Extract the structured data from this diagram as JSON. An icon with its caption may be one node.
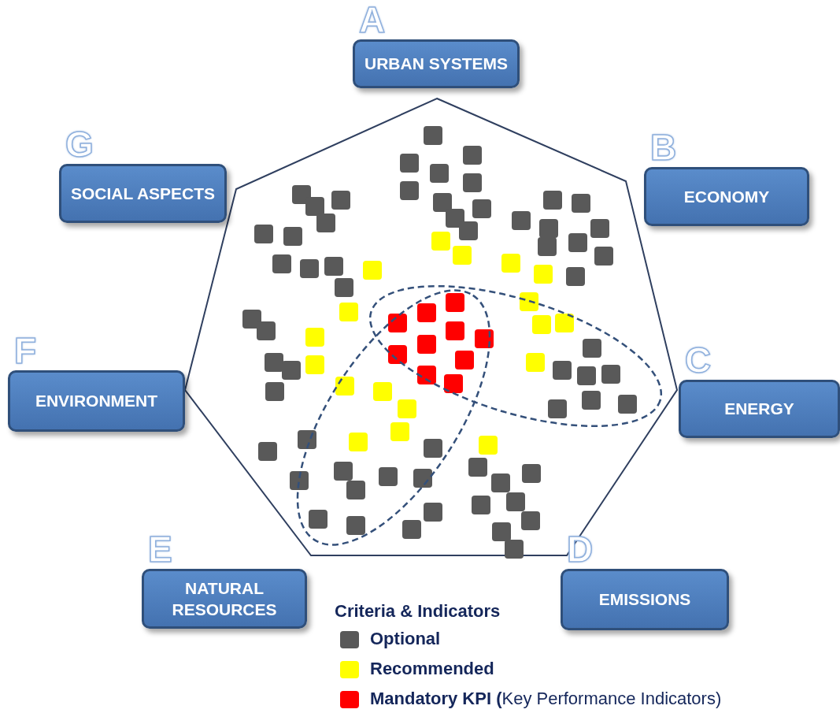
{
  "diagram": {
    "nodes": [
      {
        "text": [
          "A",
          "URBAN SYSTEMS"
        ]
      },
      {
        "text": [
          "B",
          "ECONOMY"
        ]
      },
      {
        "text": [
          "C",
          "ENERGY"
        ]
      },
      {
        "text": [
          "D",
          "EMISSIONS"
        ]
      },
      {
        "text": [
          "E",
          "NATURAL RESOURCES"
        ]
      },
      {
        "text": [
          "F",
          "ENVIRONMENT"
        ]
      },
      {
        "text": [
          "G",
          "SOCIAL ASPECTS"
        ]
      }
    ],
    "labels": [
      "Criteria & Indicators"
    ],
    "legend": [
      {
        "text": "Optional",
        "color": "#595959"
      },
      {
        "text": "Recommended",
        "color": "#ffff00"
      },
      {
        "text": "**Mandatory KPI (**Key Performance Indicators)",
        "color": "#ff0000"
      }
    ]
  }
}
